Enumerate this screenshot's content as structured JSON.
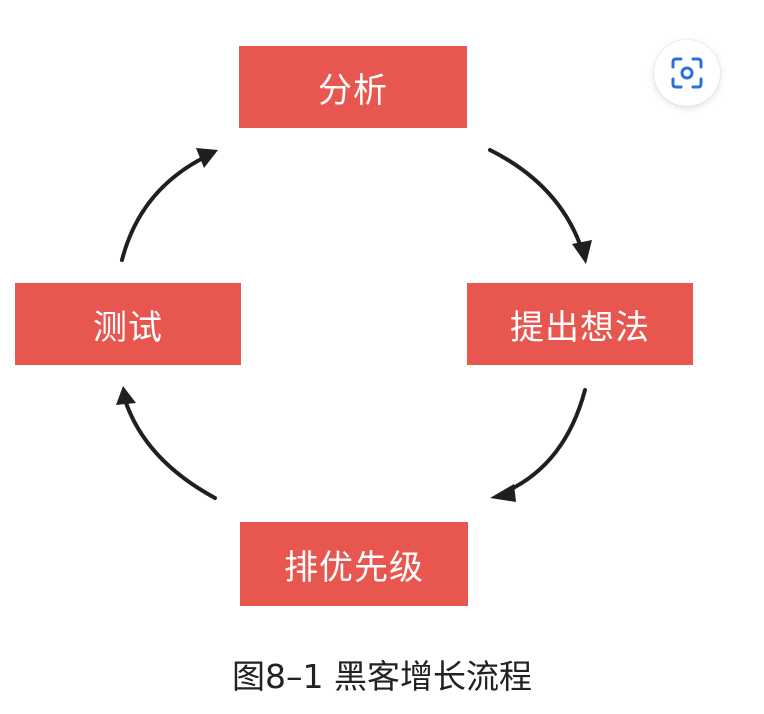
{
  "diagram": {
    "nodes": {
      "analyze": "分析",
      "ideas": "提出想法",
      "prioritize": "排优先级",
      "test": "测试"
    },
    "caption": "图8–1 黑客增长流程"
  },
  "colors": {
    "node_fill": "#e8574f",
    "node_text": "#ffffff",
    "arrow": "#1f1f1f",
    "icon": "#2a6fdb"
  },
  "icons": {
    "scan": "scan-icon"
  }
}
